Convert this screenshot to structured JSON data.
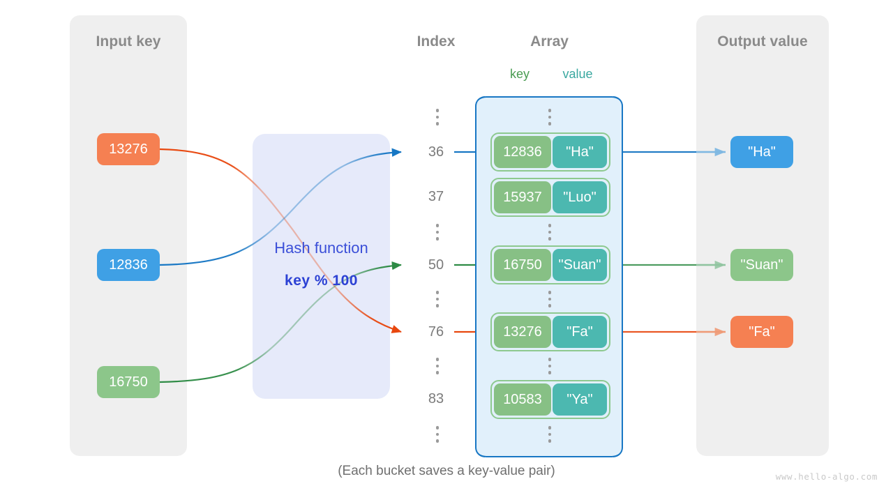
{
  "panels": {
    "input": {
      "title": "Input key"
    },
    "output": {
      "title": "Output value"
    }
  },
  "headings": {
    "index": "Index",
    "array": "Array",
    "key": "key",
    "value": "value"
  },
  "hash_function": {
    "label": "Hash function",
    "formula": "key % 100"
  },
  "input_keys": [
    {
      "text": "13276",
      "color": "#f58052",
      "trace": "orange"
    },
    {
      "text": "12836",
      "color": "#3fa0e5",
      "trace": "blue"
    },
    {
      "text": "16750",
      "color": "#8cc68a",
      "trace": "green"
    }
  ],
  "output_values": [
    {
      "text": "\"Ha\"",
      "color": "#3fa0e5",
      "trace": "blue"
    },
    {
      "text": "\"Suan\"",
      "color": "#8cc68a",
      "trace": "green"
    },
    {
      "text": "\"Fa\"",
      "color": "#f58052",
      "trace": "orange"
    }
  ],
  "index_column": [
    "⋮",
    "36",
    "37",
    "⋮",
    "50",
    "⋮",
    "76",
    "⋮",
    "83",
    "⋮"
  ],
  "array_rows": [
    {
      "index": "36",
      "key": "12836",
      "value": "\"Ha\""
    },
    {
      "index": "37",
      "key": "15937",
      "value": "\"Luo\""
    },
    {
      "index": "50",
      "key": "16750",
      "value": "\"Suan\""
    },
    {
      "index": "76",
      "key": "13276",
      "value": "\"Fa\""
    },
    {
      "index": "83",
      "key": "10583",
      "value": "\"Ya\""
    }
  ],
  "mapping": [
    {
      "key": "13276",
      "index": "76",
      "value": "\"Fa\""
    },
    {
      "key": "12836",
      "index": "36",
      "value": "\"Ha\""
    },
    {
      "key": "16750",
      "index": "50",
      "value": "\"Suan\""
    }
  ],
  "footer": {
    "note": "(Each bucket saves a key-value pair)",
    "watermark": "www.hello-algo.com"
  },
  "colors": {
    "orange": "#e8470e",
    "blue": "#1877c4",
    "green": "#2e8b45",
    "panel_bg": "#efefef",
    "hash_bg": "#e6eafa",
    "array_bg": "#e1f0fb",
    "array_border": "#1877c4",
    "bucket_key": "#87c085",
    "bucket_value": "#4cb8b0",
    "title_gray": "#8a8a8a"
  }
}
